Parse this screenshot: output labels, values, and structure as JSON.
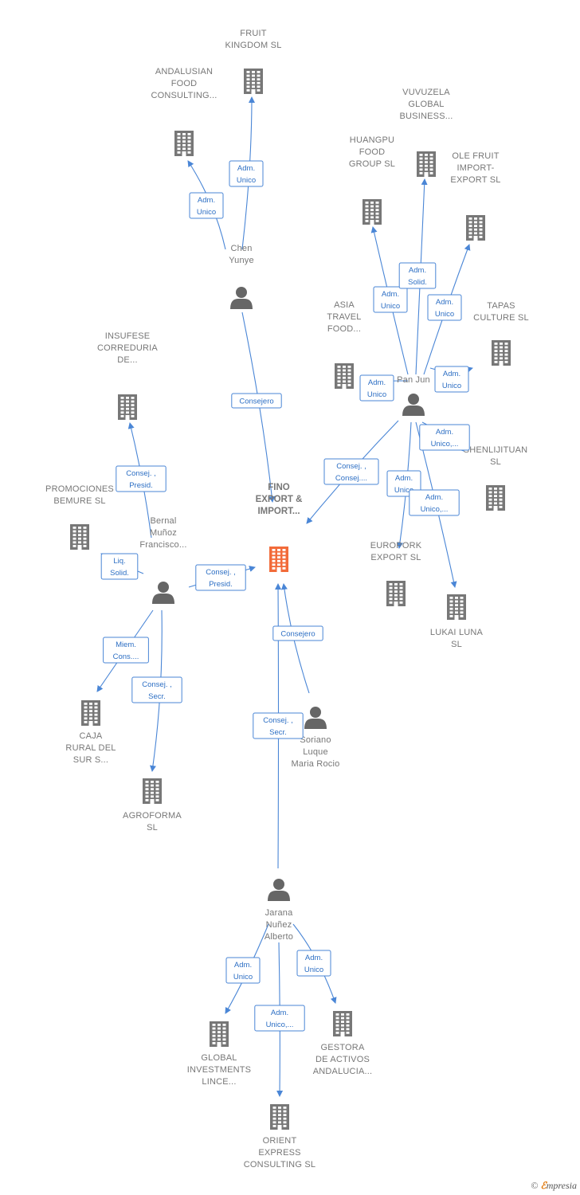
{
  "colors": {
    "edge": "#4a86d6",
    "company": "#777777",
    "main_company": "#f26b3a",
    "person": "#666666"
  },
  "nodes": {
    "fino": {
      "type": "company-main",
      "lines": [
        "FINO",
        "EXPORT &",
        "IMPORT..."
      ]
    },
    "fruit_kingdom": {
      "type": "company",
      "lines": [
        "FRUIT",
        "KINGDOM  SL"
      ]
    },
    "andalusian": {
      "type": "company",
      "lines": [
        "ANDALUSIAN",
        "FOOD",
        "CONSULTING..."
      ]
    },
    "chen": {
      "type": "person",
      "lines": [
        "Chen",
        "Yunye"
      ]
    },
    "vuvuzela": {
      "type": "company",
      "lines": [
        "VUVUZELA",
        "GLOBAL",
        "BUSINESS..."
      ]
    },
    "huangpu": {
      "type": "company",
      "lines": [
        "HUANGPU",
        "FOOD",
        "GROUP  SL"
      ]
    },
    "ole_fruit": {
      "type": "company",
      "lines": [
        "OLE FRUIT",
        "IMPORT-",
        "EXPORT  SL"
      ]
    },
    "tapas": {
      "type": "company",
      "lines": [
        "TAPAS",
        "CULTURE  SL"
      ]
    },
    "asia_travel": {
      "type": "company",
      "lines": [
        "ASIA",
        "TRAVEL",
        "FOOD..."
      ]
    },
    "pan_jun": {
      "type": "person",
      "lines": [
        "Pan Jun"
      ]
    },
    "shenlijituan": {
      "type": "company",
      "lines": [
        "SHENLIJITUAN",
        "SL"
      ]
    },
    "europork": {
      "type": "company",
      "lines": [
        "EUROPORK",
        "EXPORT  SL"
      ]
    },
    "lukai": {
      "type": "company",
      "lines": [
        "LUKAI LUNA",
        "SL"
      ]
    },
    "insufese": {
      "type": "company",
      "lines": [
        "INSUFESE",
        "CORREDURIA",
        "DE..."
      ]
    },
    "promociones": {
      "type": "company",
      "lines": [
        "PROMOCIONES",
        "BEMURE SL"
      ]
    },
    "bernal": {
      "type": "person",
      "lines": [
        "Bernal",
        "Muñoz",
        "Francisco..."
      ]
    },
    "caja_rural": {
      "type": "company",
      "lines": [
        "CAJA",
        "RURAL DEL",
        "SUR S..."
      ]
    },
    "agroforma": {
      "type": "company",
      "lines": [
        "AGROFORMA",
        "SL"
      ]
    },
    "soriano": {
      "type": "person",
      "lines": [
        "Soriano",
        "Luque",
        "Maria Rocio"
      ]
    },
    "jarana": {
      "type": "person",
      "lines": [
        "Jarana",
        "Nuñez",
        "Alberto"
      ]
    },
    "global_inv": {
      "type": "company",
      "lines": [
        "GLOBAL",
        "INVESTMENTS",
        "LINCE..."
      ]
    },
    "gestora": {
      "type": "company",
      "lines": [
        "GESTORA",
        "DE ACTIVOS",
        "ANDALUCIA..."
      ]
    },
    "orient": {
      "type": "company",
      "lines": [
        "ORIENT",
        "EXPRESS",
        "CONSULTING SL"
      ]
    }
  },
  "edges": [
    {
      "from": "chen",
      "to": "fruit_kingdom",
      "role": [
        "Adm.",
        "Unico"
      ]
    },
    {
      "from": "chen",
      "to": "andalusian",
      "role": [
        "Adm.",
        "Unico"
      ]
    },
    {
      "from": "chen",
      "to": "fino",
      "role": [
        "Consejero"
      ]
    },
    {
      "from": "pan_jun",
      "to": "huangpu",
      "role": [
        "Adm.",
        "Unico"
      ]
    },
    {
      "from": "pan_jun",
      "to": "vuvuzela",
      "role": [
        "Adm.",
        "Solid."
      ]
    },
    {
      "from": "pan_jun",
      "to": "ole_fruit",
      "role": [
        "Adm.",
        "Unico"
      ]
    },
    {
      "from": "pan_jun",
      "to": "asia_travel",
      "role": [
        "Adm.",
        "Unico"
      ]
    },
    {
      "from": "pan_jun",
      "to": "tapas",
      "role": [
        "Adm.",
        "Unico"
      ]
    },
    {
      "from": "pan_jun",
      "to": "shenlijituan",
      "role": [
        "Adm.",
        "Unico,..."
      ]
    },
    {
      "from": "pan_jun",
      "to": "fino",
      "role": [
        "Consej. ,",
        "Consej...."
      ]
    },
    {
      "from": "pan_jun",
      "to": "europork",
      "role": [
        "Adm.",
        "Unico"
      ]
    },
    {
      "from": "pan_jun",
      "to": "lukai",
      "role": [
        "Adm.",
        "Unico,..."
      ]
    },
    {
      "from": "bernal",
      "to": "insufese",
      "role": [
        "Consej. ,",
        "Presid."
      ]
    },
    {
      "from": "bernal",
      "to": "promociones",
      "role": [
        "Liq.",
        "Solid."
      ]
    },
    {
      "from": "bernal",
      "to": "fino",
      "role": [
        "Consej. ,",
        "Presid."
      ]
    },
    {
      "from": "bernal",
      "to": "caja_rural",
      "role": [
        "Miem.",
        "Cons...."
      ]
    },
    {
      "from": "bernal",
      "to": "agroforma",
      "role": [
        "Consej. ,",
        "Secr."
      ]
    },
    {
      "from": "soriano",
      "to": "fino",
      "role": [
        "Consejero"
      ]
    },
    {
      "from": "jarana",
      "to": "fino",
      "role": [
        "Consej. ,",
        "Secr."
      ]
    },
    {
      "from": "jarana",
      "to": "global_inv",
      "role": [
        "Adm.",
        "Unico"
      ]
    },
    {
      "from": "jarana",
      "to": "orient",
      "role": [
        "Adm.",
        "Unico,..."
      ]
    },
    {
      "from": "jarana",
      "to": "gestora",
      "role": [
        "Adm.",
        "Unico"
      ]
    }
  ],
  "footer": {
    "copyright": "©",
    "brand_initial": "ℰ",
    "brand_rest": "mpresia"
  }
}
